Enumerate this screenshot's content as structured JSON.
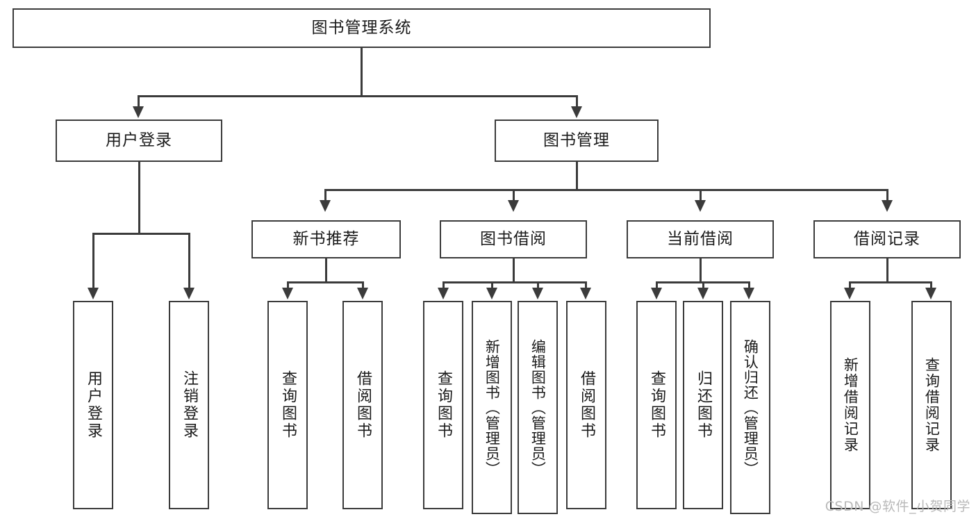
{
  "diagram": {
    "type": "tree",
    "title": "图书管理系统",
    "watermark": "CSDN @软件_小贺同学",
    "colors": {
      "stroke": "#3b3b3b",
      "fill": "#ffffff",
      "text": "#1a1a1a",
      "watermark": "#b9b9b9"
    },
    "root": {
      "label": "图书管理系统",
      "orientation": "horizontal"
    },
    "level2": [
      {
        "label": "用户登录",
        "orientation": "horizontal"
      },
      {
        "label": "图书管理",
        "orientation": "horizontal"
      }
    ],
    "level3": [
      {
        "label": "新书推荐",
        "orientation": "horizontal"
      },
      {
        "label": "图书借阅",
        "orientation": "horizontal"
      },
      {
        "label": "当前借阅",
        "orientation": "horizontal"
      },
      {
        "label": "借阅记录",
        "orientation": "horizontal"
      }
    ],
    "leaves": {
      "user_login": [
        {
          "label": "用户登录",
          "orientation": "vertical"
        },
        {
          "label": "注销登录",
          "orientation": "vertical"
        }
      ],
      "new_book_recommend": [
        {
          "label": "查询图书",
          "orientation": "vertical"
        },
        {
          "label": "借阅图书",
          "orientation": "vertical"
        }
      ],
      "book_borrow": [
        {
          "label": "查询图书",
          "orientation": "vertical"
        },
        {
          "label": "新增图书（管理员）",
          "orientation": "vertical"
        },
        {
          "label": "编辑图书（管理员）",
          "orientation": "vertical"
        },
        {
          "label": "借阅图书",
          "orientation": "vertical"
        }
      ],
      "current_borrow": [
        {
          "label": "查询图书",
          "orientation": "vertical"
        },
        {
          "label": "归还图书",
          "orientation": "vertical"
        },
        {
          "label": "确认归还（管理员）",
          "orientation": "vertical"
        }
      ],
      "borrow_record": [
        {
          "label": "新增借阅记录",
          "orientation": "vertical"
        },
        {
          "label": "查询借阅记录",
          "orientation": "vertical"
        }
      ]
    }
  }
}
